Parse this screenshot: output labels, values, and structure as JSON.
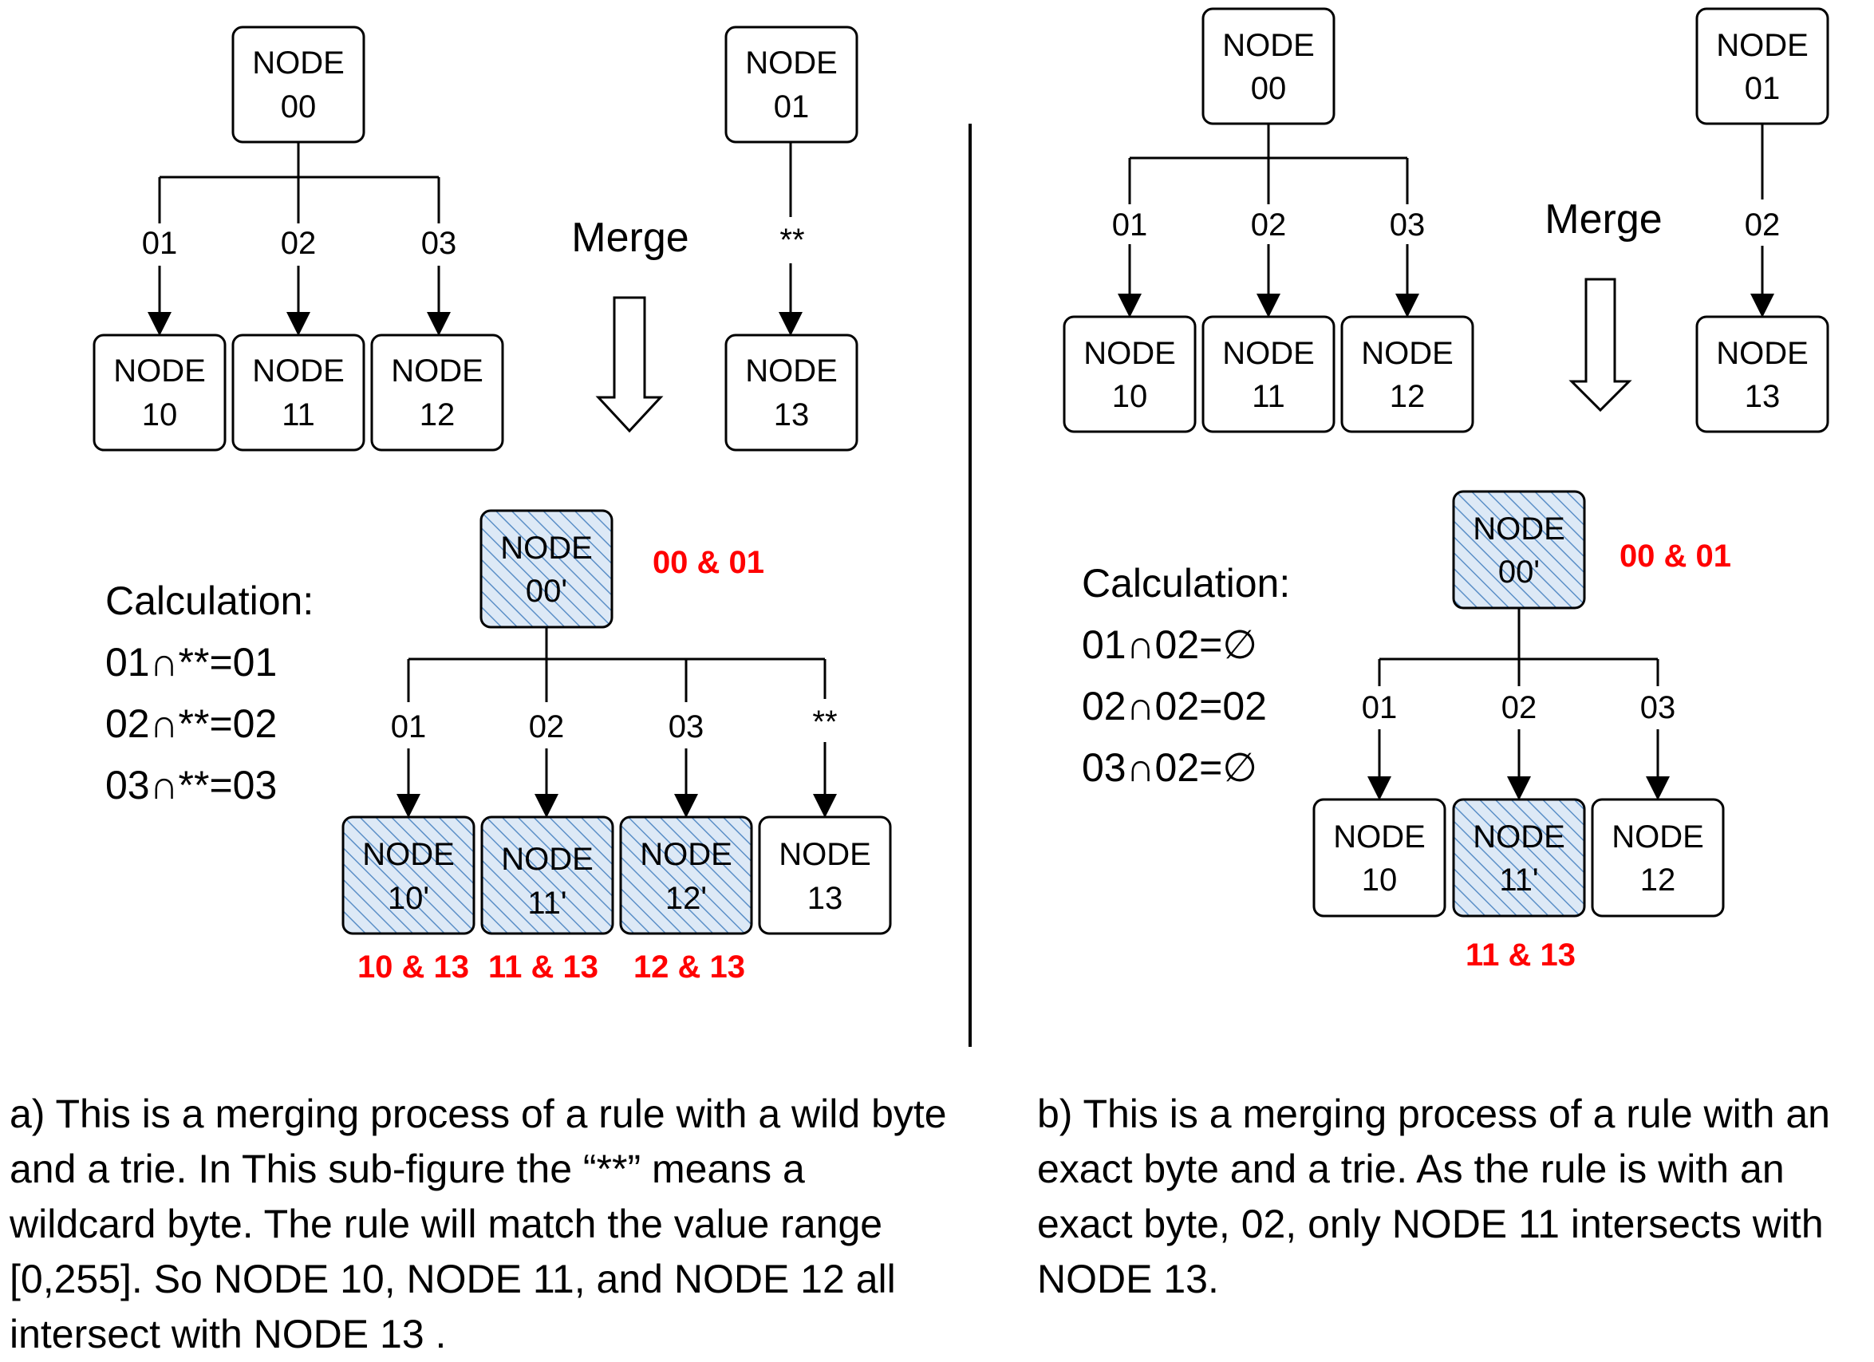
{
  "panel_a": {
    "top": {
      "nodes": [
        {
          "line1": "NODE",
          "line2": "00"
        },
        {
          "line1": "NODE",
          "line2": "01"
        },
        {
          "line1": "NODE",
          "line2": "10"
        },
        {
          "line1": "NODE",
          "line2": "11"
        },
        {
          "line1": "NODE",
          "line2": "12"
        },
        {
          "line1": "NODE",
          "line2": "13"
        }
      ],
      "edge_labels": [
        "01",
        "02",
        "03",
        "**"
      ]
    },
    "merge_label": "Merge",
    "result": {
      "nodes": [
        {
          "line1": "NODE",
          "line2": "00'",
          "hatched": true
        },
        {
          "line1": "NODE",
          "line2": "10'",
          "hatched": true
        },
        {
          "line1": "NODE",
          "line2": "11'",
          "hatched": true
        },
        {
          "line1": "NODE",
          "line2": "12'",
          "hatched": true
        },
        {
          "line1": "NODE",
          "line2": "13",
          "hatched": false
        }
      ],
      "edge_labels": [
        "01",
        "02",
        "03",
        "**"
      ],
      "root_note": "00 & 01",
      "child_notes": [
        "10 & 13",
        "11 & 13",
        "12 & 13"
      ]
    },
    "calculation": {
      "title": "Calculation:",
      "lines": [
        "01∩**=01",
        "02∩**=02",
        "03∩**=03"
      ]
    },
    "caption": "a) This is a merging process of a rule with a wild byte and a trie. In This sub-figure the “**” means a wildcard byte. The rule will match the value range [0,255]. So NODE 10, NODE 11, and NODE 12 all intersect with NODE 13 ."
  },
  "panel_b": {
    "top": {
      "nodes": [
        {
          "line1": "NODE",
          "line2": "00"
        },
        {
          "line1": "NODE",
          "line2": "01"
        },
        {
          "line1": "NODE",
          "line2": "10"
        },
        {
          "line1": "NODE",
          "line2": "11"
        },
        {
          "line1": "NODE",
          "line2": "12"
        },
        {
          "line1": "NODE",
          "line2": "13"
        }
      ],
      "edge_labels": [
        "01",
        "02",
        "03",
        "02"
      ]
    },
    "merge_label": "Merge",
    "result": {
      "nodes": [
        {
          "line1": "NODE",
          "line2": "00'",
          "hatched": true
        },
        {
          "line1": "NODE",
          "line2": "10",
          "hatched": false
        },
        {
          "line1": "NODE",
          "line2": "11'",
          "hatched": true
        },
        {
          "line1": "NODE",
          "line2": "12",
          "hatched": false
        }
      ],
      "edge_labels": [
        "01",
        "02",
        "03"
      ],
      "root_note": "00 & 01",
      "child_notes": [
        "11 & 13"
      ]
    },
    "calculation": {
      "title": "Calculation:",
      "lines": [
        "01∩02=∅",
        "02∩02=02",
        "03∩02=∅"
      ]
    },
    "caption": "b) This is a merging process of a rule with an exact byte and a trie. As the rule is with an exact byte, 02, only NODE 11 intersects with NODE 13."
  },
  "colors": {
    "hatch": "#5b8fc7",
    "hatch_bg": "#dde9f6",
    "note": "#ff0000",
    "stroke": "#000000"
  }
}
